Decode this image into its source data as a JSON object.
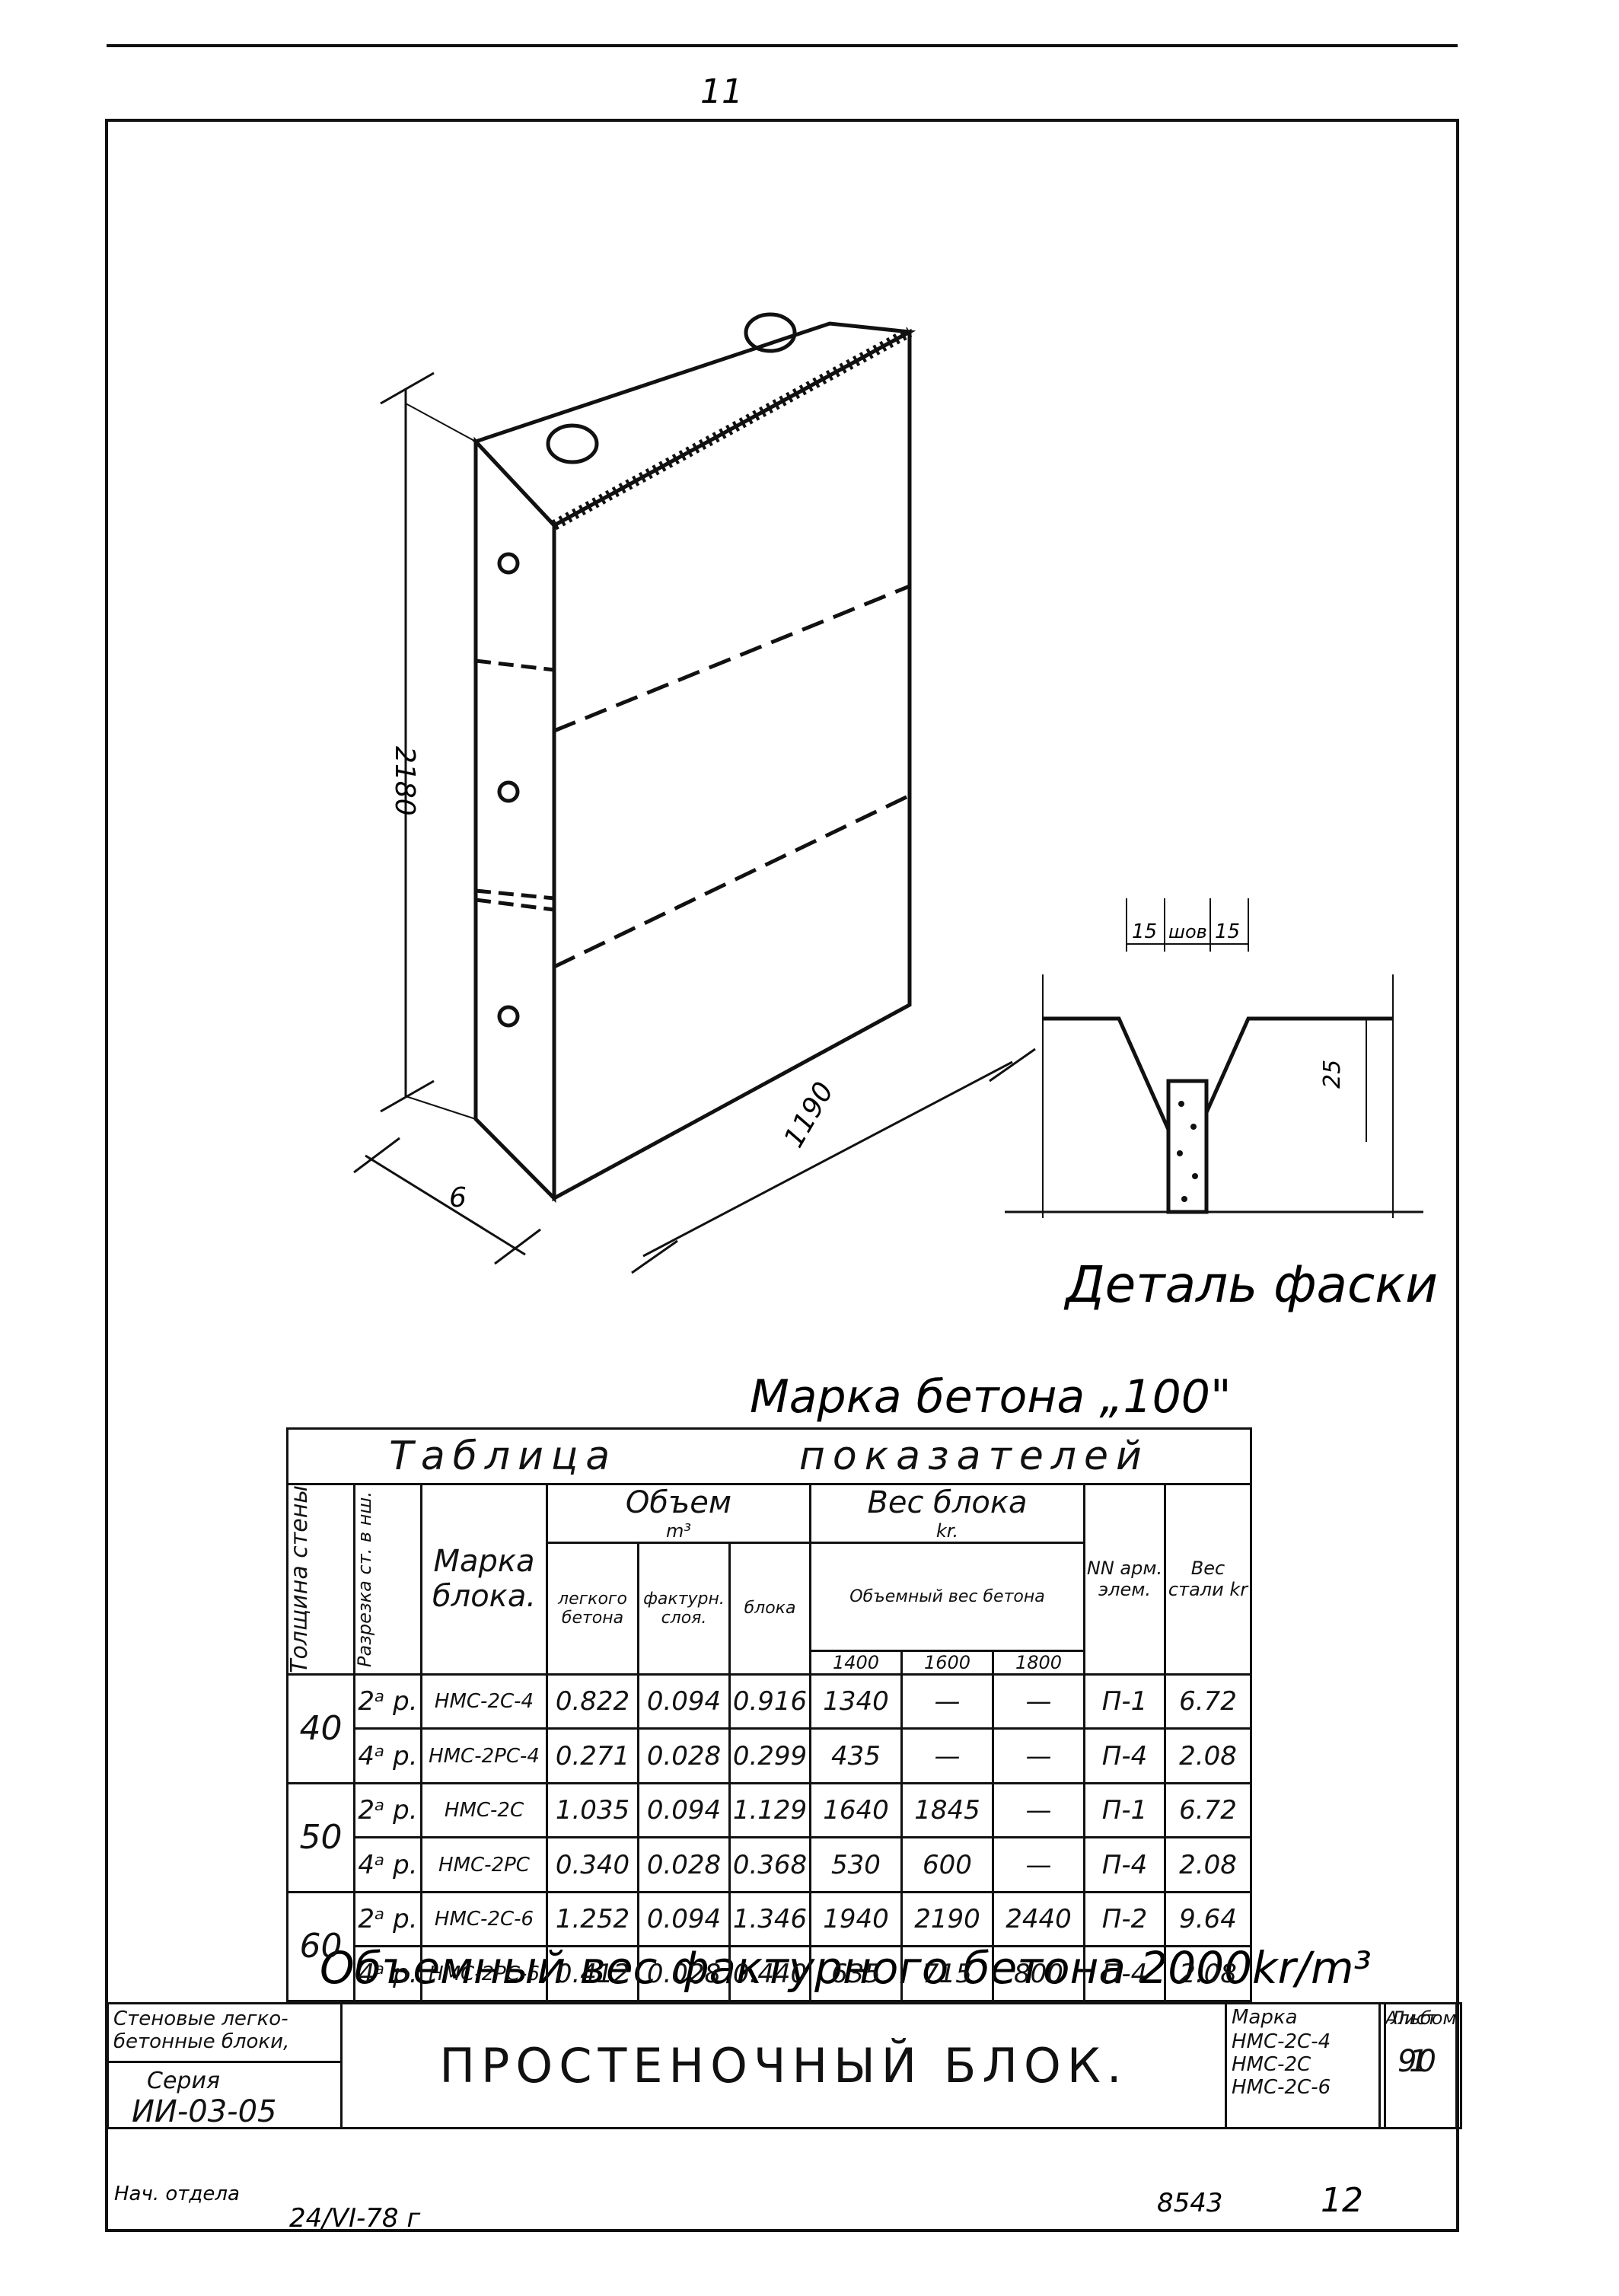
{
  "sheet": {
    "page_number": "11"
  },
  "drawing": {
    "dim_height": "2180",
    "dim_thickness": "6",
    "dim_length": "1190"
  },
  "detail": {
    "title": "Деталь фаски",
    "dim_15_left": "15",
    "dim_seam": "шов",
    "dim_15_right": "15",
    "dim_25": "25"
  },
  "concrete_grade": "Марка бетона „100\"",
  "table": {
    "title_left": "Таблица",
    "title_right": "показателей",
    "headers": {
      "wall_thickness": "Толщина стены",
      "cut": "Разрезка ст. в нш.",
      "block_mark": "Марка блока.",
      "volume": "Объем",
      "volume_unit": "m³",
      "vol_light": "легкого бетона",
      "vol_facing": "фактурн. слоя.",
      "vol_block": "блока",
      "weight": "Вес блока",
      "weight_unit": "kr.",
      "weight_sub": "Объемный вес бетона",
      "w1400": "1400",
      "w1600": "1600",
      "w1800": "1800",
      "arm": "NN арм. элем.",
      "steel": "Вес стали kr"
    },
    "groups": [
      {
        "thickness": "40",
        "rows": [
          {
            "cut": "2ᵃ р.",
            "mark": "НМС-2С-4",
            "light": "0.822",
            "facing": "0.094",
            "block": "0.916",
            "w1400": "1340",
            "w1600": "—",
            "w1800": "—",
            "arm": "П-1",
            "steel": "6.72"
          },
          {
            "cut": "4ᵃ р.",
            "mark": "НМС-2РС-4",
            "light": "0.271",
            "facing": "0.028",
            "block": "0.299",
            "w1400": "435",
            "w1600": "—",
            "w1800": "—",
            "arm": "П-4",
            "steel": "2.08"
          }
        ]
      },
      {
        "thickness": "50",
        "rows": [
          {
            "cut": "2ᵃ р.",
            "mark": "НМС-2С",
            "light": "1.035",
            "facing": "0.094",
            "block": "1.129",
            "w1400": "1640",
            "w1600": "1845",
            "w1800": "—",
            "arm": "П-1",
            "steel": "6.72"
          },
          {
            "cut": "4ᵃ р.",
            "mark": "НМС-2РС",
            "light": "0.340",
            "facing": "0.028",
            "block": "0.368",
            "w1400": "530",
            "w1600": "600",
            "w1800": "—",
            "arm": "П-4",
            "steel": "2.08"
          }
        ]
      },
      {
        "thickness": "60",
        "rows": [
          {
            "cut": "2ᵃ р.",
            "mark": "НМС-2С-6",
            "light": "1.252",
            "facing": "0.094",
            "block": "1.346",
            "w1400": "1940",
            "w1600": "2190",
            "w1800": "2440",
            "arm": "П-2",
            "steel": "9.64"
          },
          {
            "cut": "4ᵃ р.",
            "mark": "НМС-2РС-6",
            "light": "0.412",
            "facing": "0.028",
            "block": "0.440",
            "w1400": "635",
            "w1600": "715",
            "w1800": "800",
            "arm": "П-4",
            "steel": "2.08"
          }
        ]
      }
    ]
  },
  "facing_note": "Объемный вес фактурного бетона 2000kr/m³",
  "title_block": {
    "category_1": "Стеновые легко-",
    "category_2": "бетонные блоки,",
    "series_label": "Серия",
    "series_value": "ИИ-03-05",
    "main_title": "ПРОСТЕНОЧНЫЙ БЛОК.",
    "marks_label": "Марка",
    "mark_1": "НМС-2С-4",
    "mark_2": "НМС-2С",
    "mark_3": "НМС-2С-6",
    "album_label": "Альбом",
    "album_value": "90",
    "sheet_label": "Лист",
    "sheet_value": "1",
    "signature_line": "Нач. отдела",
    "date_line": "24/VI-78 г",
    "bottom_num_1": "8543",
    "bottom_num_2": "12"
  }
}
